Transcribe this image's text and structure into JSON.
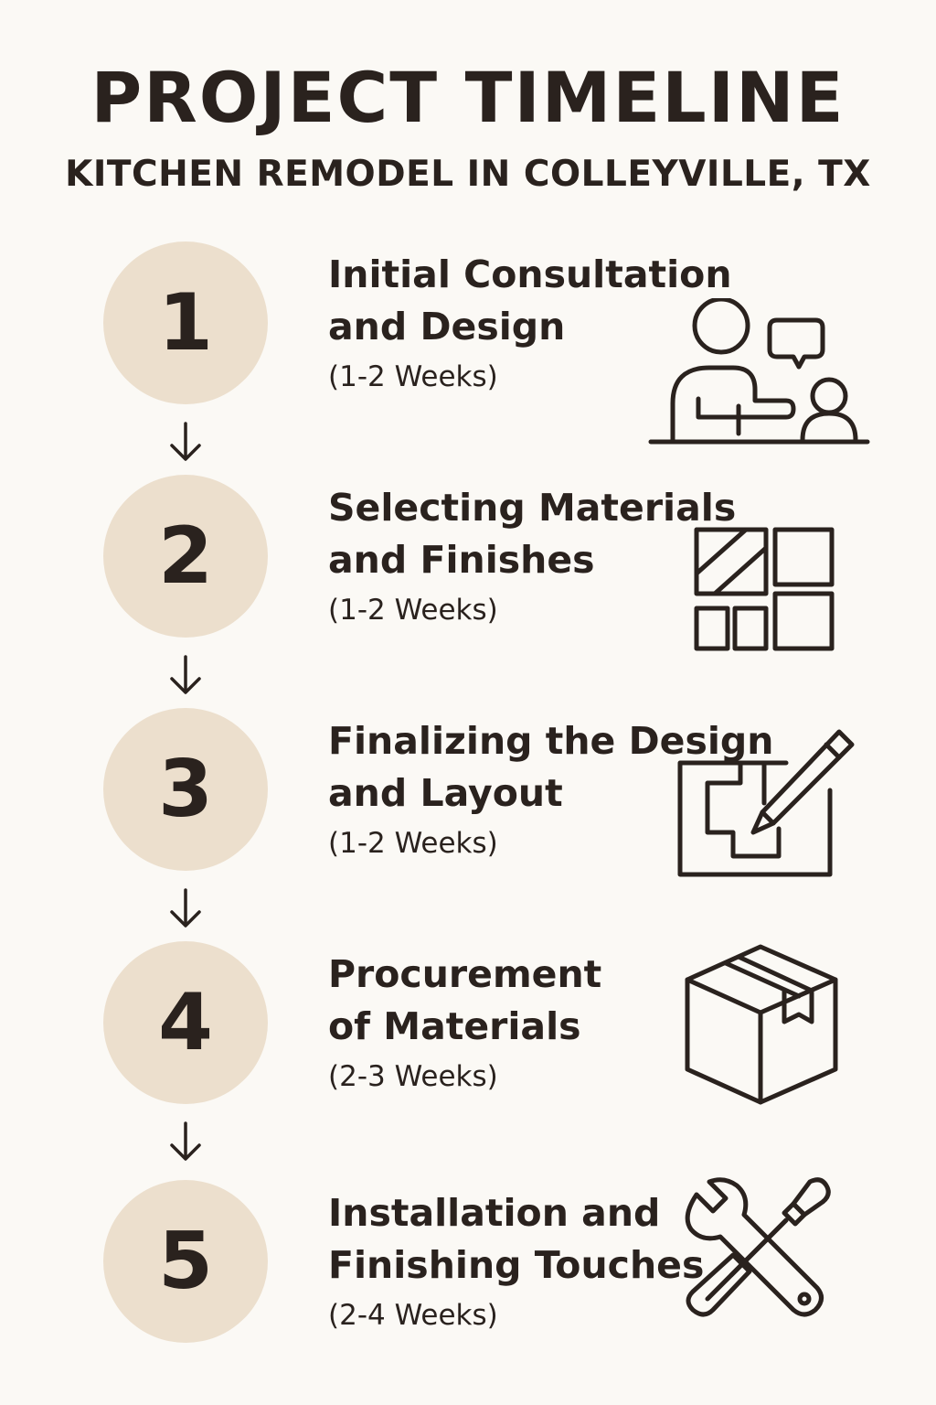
{
  "title": "PROJECT TIMELINE",
  "subtitle": "KITCHEN REMODEL IN COLLEYVILLE, TX",
  "steps": [
    {
      "number": "1",
      "title_line1": "Initial Consultation",
      "title_line2": "and Design",
      "duration": "(1-2 Weeks)",
      "icon": "consultation-icon"
    },
    {
      "number": "2",
      "title_line1": "Selecting Materials",
      "title_line2": "and Finishes",
      "duration": "(1-2 Weeks)",
      "icon": "tile-samples-icon"
    },
    {
      "number": "3",
      "title_line1": "Finalizing the Design",
      "title_line2": "and Layout",
      "duration": "(1-2 Weeks)",
      "icon": "floor-plan-pencil-icon"
    },
    {
      "number": "4",
      "title_line1": "Procurement",
      "title_line2": "of Materials",
      "duration": "(2-3 Weeks)",
      "icon": "box-icon"
    },
    {
      "number": "5",
      "title_line1": "Installation and",
      "title_line2": "Finishing Touches",
      "duration": "(2-4 Weeks)",
      "icon": "wrench-screwdriver-icon"
    }
  ],
  "colors": {
    "background": "#fbf9f5",
    "circle": "#ecdfcd",
    "text": "#2a221e"
  }
}
